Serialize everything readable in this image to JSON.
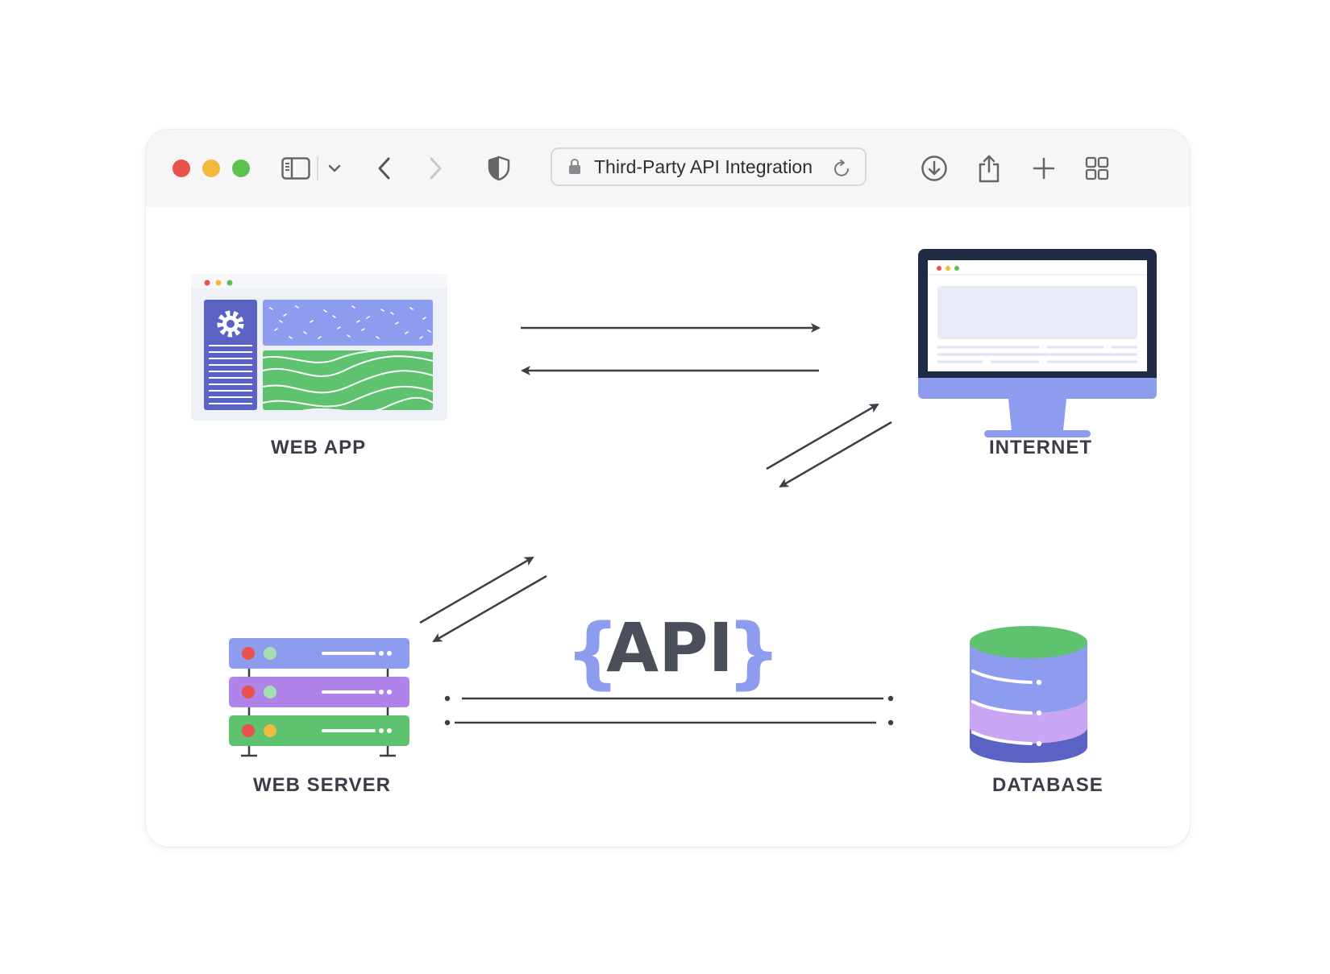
{
  "browser": {
    "url_title": "Third-Party API Integration",
    "icons": [
      "sidebar-icon",
      "chevron-down-icon",
      "back-icon",
      "forward-icon",
      "shield-icon",
      "lock-icon",
      "reload-icon",
      "download-icon",
      "share-icon",
      "plus-icon",
      "tabs-grid-icon"
    ]
  },
  "diagram": {
    "center": {
      "brace_open": "{",
      "text": "API",
      "brace_close": "}"
    },
    "nodes": {
      "web_app": "WEB APP",
      "internet": "INTERNET",
      "web_server": "WEB SERVER",
      "database": "DATABASE"
    },
    "colors": {
      "accent_blue": "#8e9cf0",
      "indigo": "#5a63c4",
      "green": "#5ec26e",
      "purple": "#b083ea",
      "dark": "#1f2a44",
      "text": "#3a3d47"
    }
  }
}
